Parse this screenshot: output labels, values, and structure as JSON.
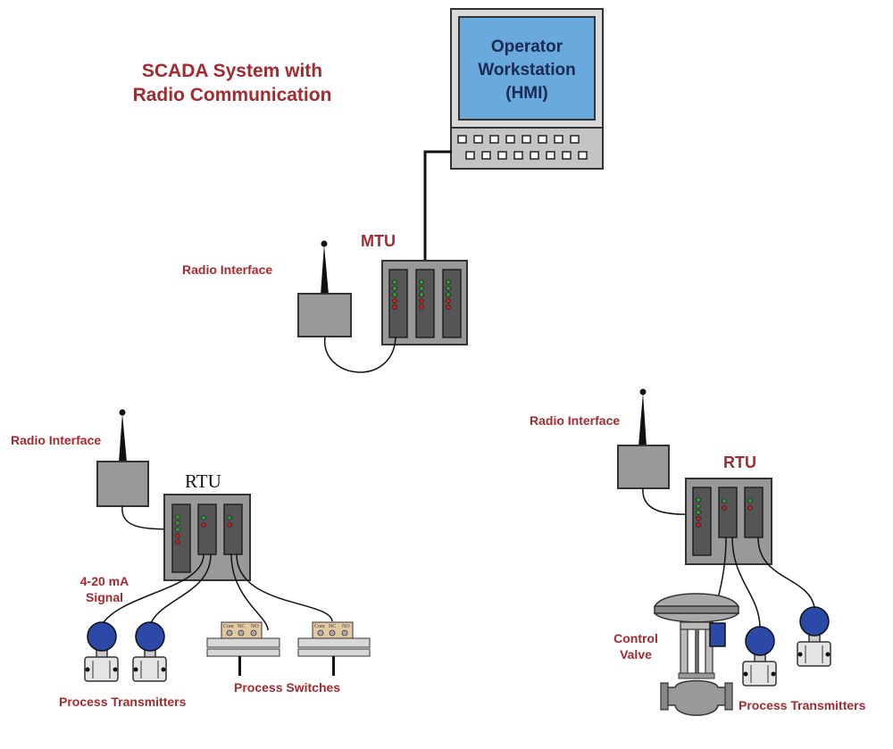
{
  "title": {
    "line1": "SCADA System with",
    "line2": "Radio Communication"
  },
  "hmi": {
    "line1": "Operator",
    "line2": "Workstation",
    "line3": "(HMI)"
  },
  "labels": {
    "mtu": "MTU",
    "radio_interface_mtu": "Radio Interface",
    "radio_interface_left": "Radio Interface",
    "radio_interface_right": "Radio Interface",
    "rtu_left": "RTU",
    "rtu_right": "RTU",
    "signal_line1": "4-20 mA",
    "signal_line2": "Signal",
    "process_transmitters_left": "Process Transmitters",
    "process_switches": "Process Switches",
    "control_valve_line1": "Control",
    "control_valve_line2": "Valve",
    "process_transmitters_right": "Process Transmitters",
    "switch_terminals": {
      "com": "Com",
      "nc": "NC",
      "no": "NO"
    }
  },
  "colors": {
    "label_red": "#a32a2f",
    "screen_blue": "#6aa9dc",
    "screen_text": "#1a2a55",
    "enclosure_gray": "#999999",
    "card_dark": "#555555",
    "transmitter_blue": "#2c49a8",
    "led_green": "#2fa02f",
    "led_red": "#d02020",
    "terminal_tan": "#e3c8a4"
  }
}
